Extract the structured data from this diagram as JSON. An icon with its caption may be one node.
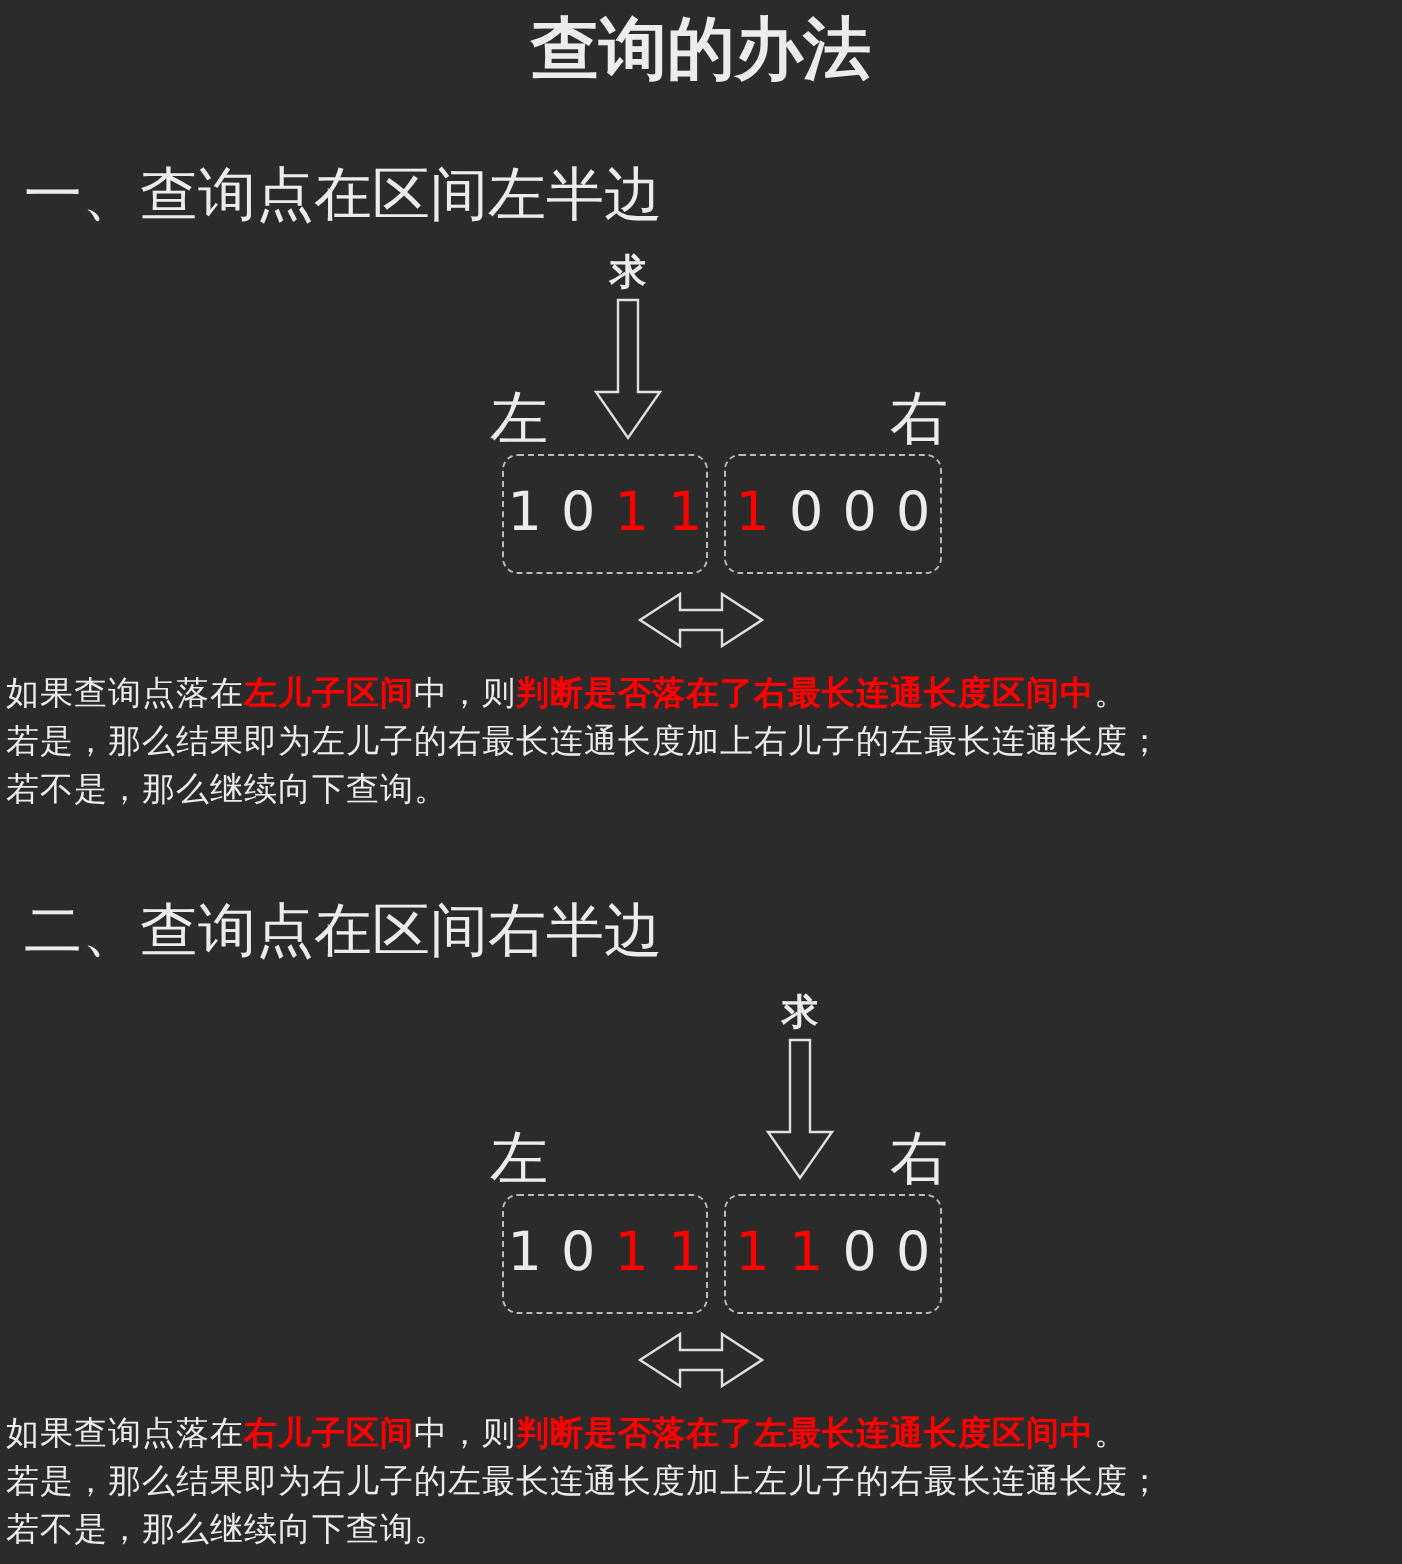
{
  "diagram": {
    "title": "查询的办法",
    "nodes": [
      {
        "text": [
          "求"
        ]
      },
      {
        "text": [
          "1 0 **1 1**"
        ],
        "beside": [
          "左"
        ]
      },
      {
        "text": [
          "**1** 0 0 0"
        ],
        "beside": [
          "右"
        ]
      },
      {
        "text": [
          "求"
        ]
      },
      {
        "text": [
          "1 0 **1 1**"
        ],
        "beside": [
          "左"
        ]
      },
      {
        "text": [
          "**1 1** 0 0"
        ],
        "beside": [
          "右"
        ]
      }
    ],
    "edges": [
      {
        "from": 0,
        "to": 1,
        "arrow": "to"
      },
      {
        "from": 3,
        "to": 5,
        "arrow": "to"
      },
      {
        "from": 1,
        "to": 2,
        "arrow": "both"
      },
      {
        "from": 4,
        "to": 5,
        "arrow": "both"
      }
    ],
    "labels": [
      "一、查询点在区间左半边",
      "如果查询点落在**左儿子区间**中，则**判断是否落在了右最长连通长度区间中**。",
      "若是，那么结果即为左儿子的右最长连通长度加上右儿子的左最长连通长度；",
      "若不是，那么继续向下查询。",
      "二、查询点在区间右半边",
      "如果查询点落在**右儿子区间**中，则**判断是否落在了左最长连通长度区间中**。",
      "若是，那么结果即为右儿子的左最长连通长度加上左儿子的右最长连通长度；",
      "若不是，那么继续向下查询。"
    ]
  }
}
